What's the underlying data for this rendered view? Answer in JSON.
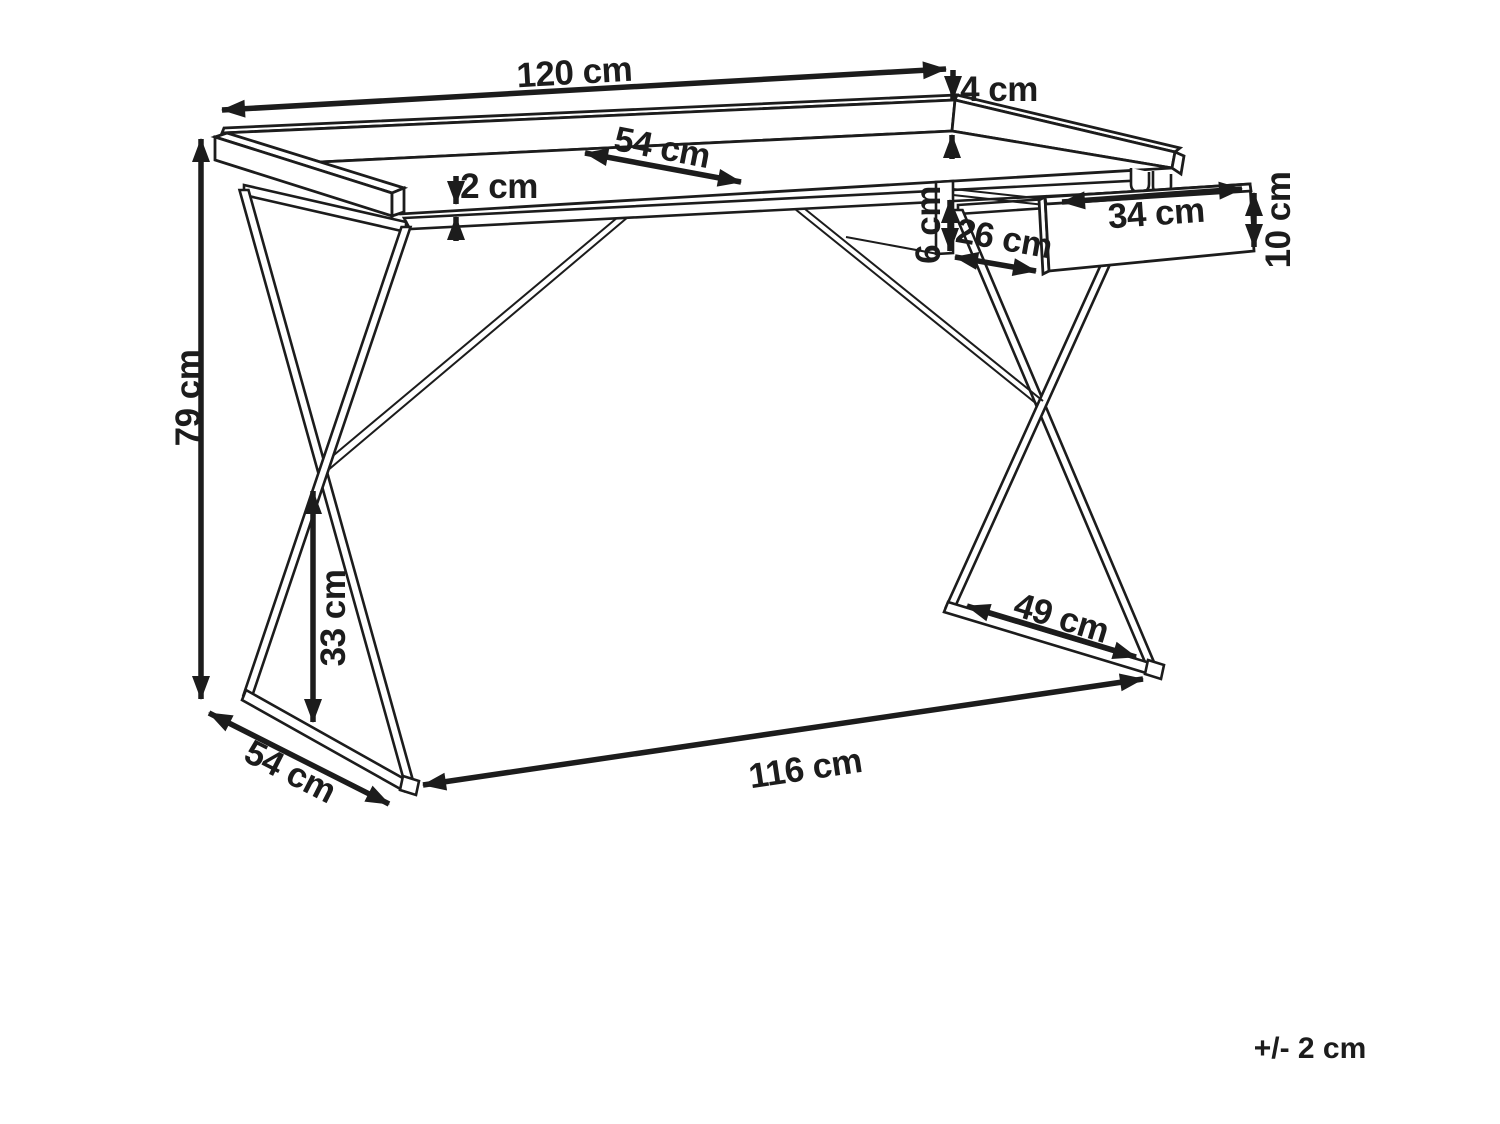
{
  "diagram": {
    "type": "furniture-dimension-diagram",
    "subject": "desk with X-frame legs and suspended drawer",
    "units": "cm",
    "colors": {
      "line": "#1c1c1c",
      "background": "#ffffff"
    },
    "dimensions": {
      "top_width": "120 cm",
      "top_edge_height": "4 cm",
      "top_depth": "54 cm",
      "frame_tube": "2 cm",
      "drawer_hanger": "6 cm",
      "drawer_inner_depth": "26 cm",
      "drawer_front_width": "34 cm",
      "drawer_front_height": "10 cm",
      "overall_height": "79 cm",
      "leg_clearance": "33 cm",
      "foot_length_right": "49 cm",
      "base_depth": "54 cm",
      "base_width": "116 cm"
    },
    "tolerance_note": "+/- 2 cm"
  }
}
